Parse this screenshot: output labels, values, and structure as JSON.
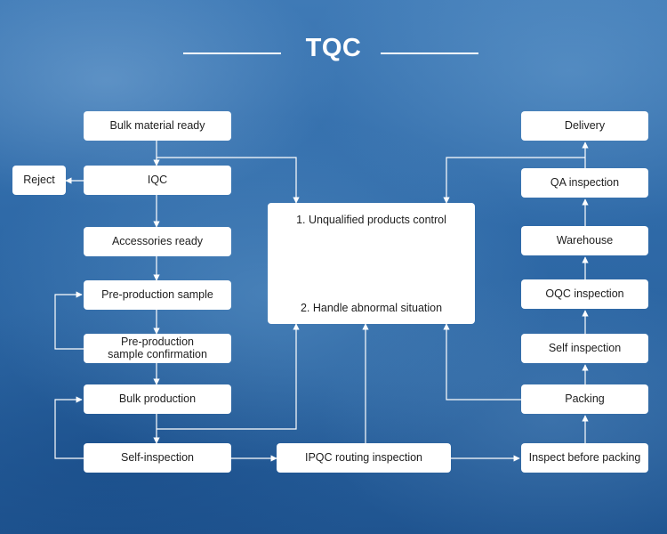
{
  "header": {
    "title": "TQC"
  },
  "nodes": {
    "bulk_material_ready": "Bulk material ready",
    "iqc": "IQC",
    "reject": "Reject",
    "accessories_ready": "Accessories ready",
    "pre_production_sample": "Pre-production sample",
    "pre_production_confirmation_line1": "Pre-production",
    "pre_production_confirmation_line2": "sample confirmation",
    "bulk_production": "Bulk production",
    "self_inspection_left": "Self-inspection",
    "ipqc_routing_inspection": "IPQC routing inspection",
    "inspect_before_packing": "Inspect before packing",
    "packing": "Packing",
    "self_inspection_right": "Self inspection",
    "oqc_inspection": "OQC inspection",
    "warehouse": "Warehouse",
    "qa_inspection": "QA inspection",
    "delivery": "Delivery"
  },
  "control_box": {
    "item1": "1. Unqualified products control",
    "item2": "2. Handle abnormal situation"
  },
  "colors": {
    "background": "#2f6aa8",
    "box": "#ffffff",
    "connector": "#ffffff",
    "text": "#1e1e1e"
  }
}
